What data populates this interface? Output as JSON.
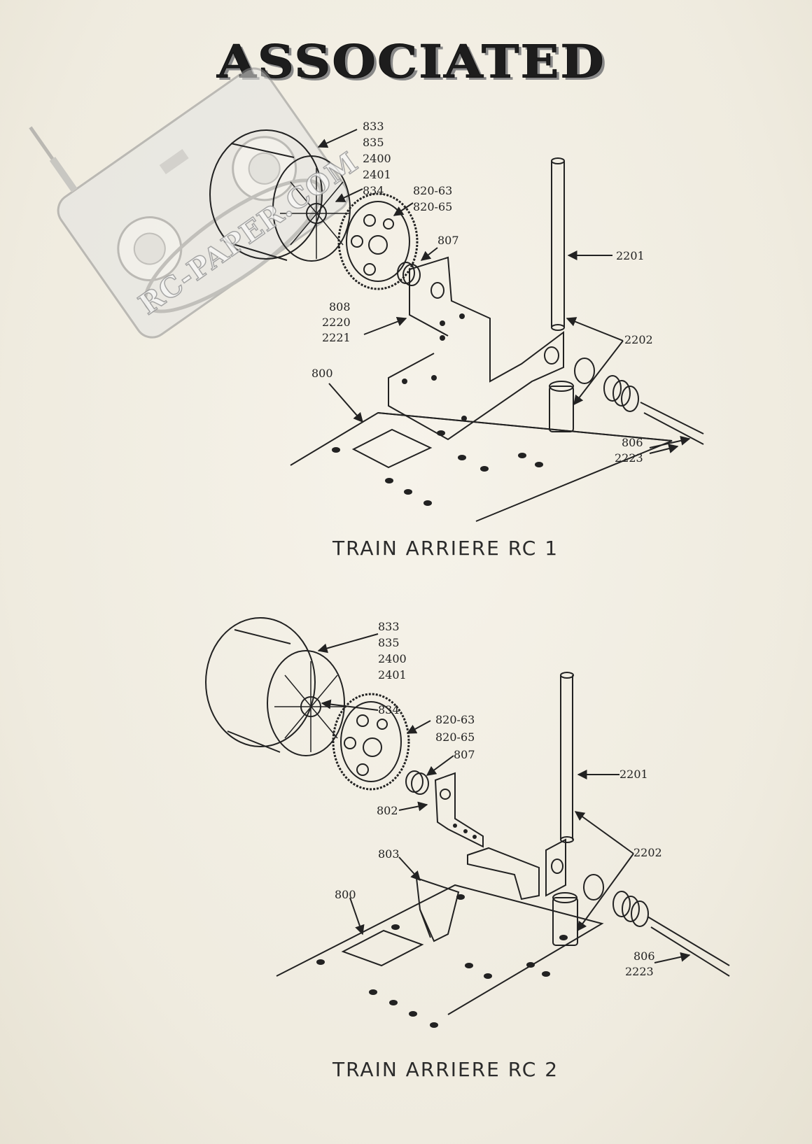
{
  "header": {
    "brand": "ASSOCIATED"
  },
  "watermark": {
    "text": "RC-PAPER.COM"
  },
  "diagrams": [
    {
      "caption": "TRAIN ARRIERE RC 1",
      "labels": {
        "wheel": [
          "833",
          "835",
          "2400",
          "2401"
        ],
        "hub": "834",
        "gear": [
          "820-63",
          "820-65"
        ],
        "bearing": "807",
        "bracket": [
          "808",
          "2220",
          "2221"
        ],
        "chassis": "800",
        "axle": "2201",
        "post": "2202",
        "diff": [
          "806",
          "2223"
        ]
      }
    },
    {
      "caption": "TRAIN ARRIERE RC 2",
      "labels": {
        "wheel": [
          "833",
          "835",
          "2400",
          "2401"
        ],
        "hub": "834",
        "gear": [
          "820-63",
          "820-65"
        ],
        "bearing": "807",
        "bracket_upper": "802",
        "bracket_lower": "803",
        "chassis": "800",
        "axle": "2201",
        "post": "2202",
        "diff": [
          "806",
          "2223"
        ]
      }
    }
  ],
  "colors": {
    "paper": "#f3f0e6",
    "ink": "#222222",
    "watermark": "#9a9a9a"
  }
}
